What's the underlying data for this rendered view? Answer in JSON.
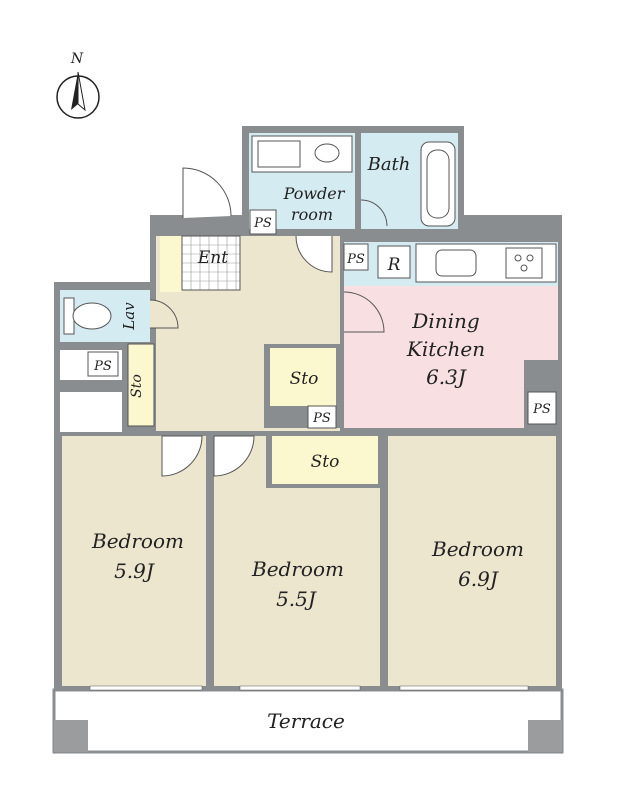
{
  "compass": {
    "north_label": "N"
  },
  "rooms": {
    "bath": "Bath",
    "powder_room_line1": "Powder",
    "powder_room_line2": "room",
    "entrance": "Ent",
    "lavatory": "Lav",
    "dining_kitchen_line1": "Dining",
    "dining_kitchen_line2": "Kitchen",
    "dining_kitchen_size": "6.3J",
    "storage_entry": "Sto",
    "storage_hall": "Sto",
    "storage_bed": "Sto",
    "bedroom_west": "Bedroom",
    "bedroom_west_size": "5.9J",
    "bedroom_center": "Bedroom",
    "bedroom_center_size": "5.5J",
    "bedroom_east": "Bedroom",
    "bedroom_east_size": "6.9J",
    "terrace": "Terrace",
    "refrigerator": "R"
  },
  "pipe_spaces": {
    "ps1": "PS",
    "ps2": "PS",
    "ps3": "PS",
    "ps4": "PS",
    "ps5": "PS"
  },
  "colors": {
    "wall": "#8a8d8f",
    "floor": "#ede6cf",
    "wet_area": "#d5ebf2",
    "kitchen": "#f7dfe2",
    "storage": "#fbf7cf",
    "terrace": "#ffffff",
    "column": "#9a9c9e"
  }
}
